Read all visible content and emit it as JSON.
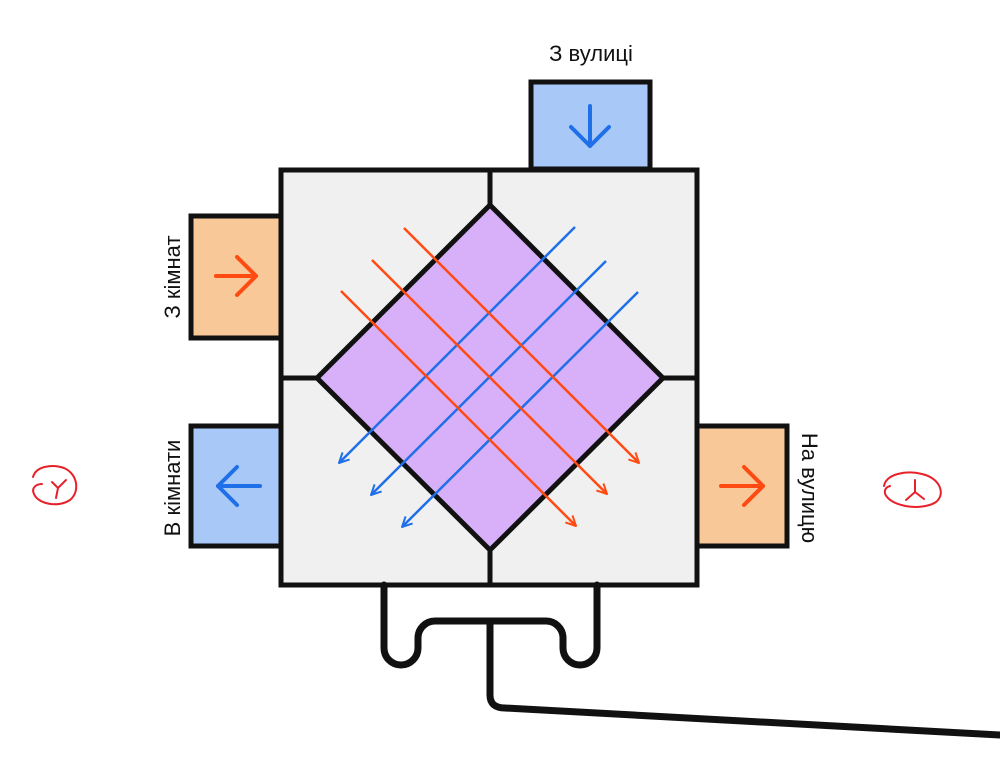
{
  "labels": {
    "from_street": "З вулиці",
    "from_rooms": "З кімнат",
    "to_rooms": "В кімнати",
    "to_street": "На вулицю"
  },
  "colors": {
    "outline": "#111111",
    "housing_fill": "#f0f0f0",
    "core_fill": "#d8b0fa",
    "cold_duct_fill": "#a8c8f8",
    "warm_duct_fill": "#f8c898",
    "cold_flow": "#1f6fe8",
    "warm_flow": "#ff4a12",
    "annotation": "#e8202a"
  },
  "icons": {
    "from_street": "arrow-down-icon",
    "from_rooms": "arrow-right-icon",
    "to_rooms": "arrow-left-icon",
    "to_street": "arrow-right-icon"
  }
}
